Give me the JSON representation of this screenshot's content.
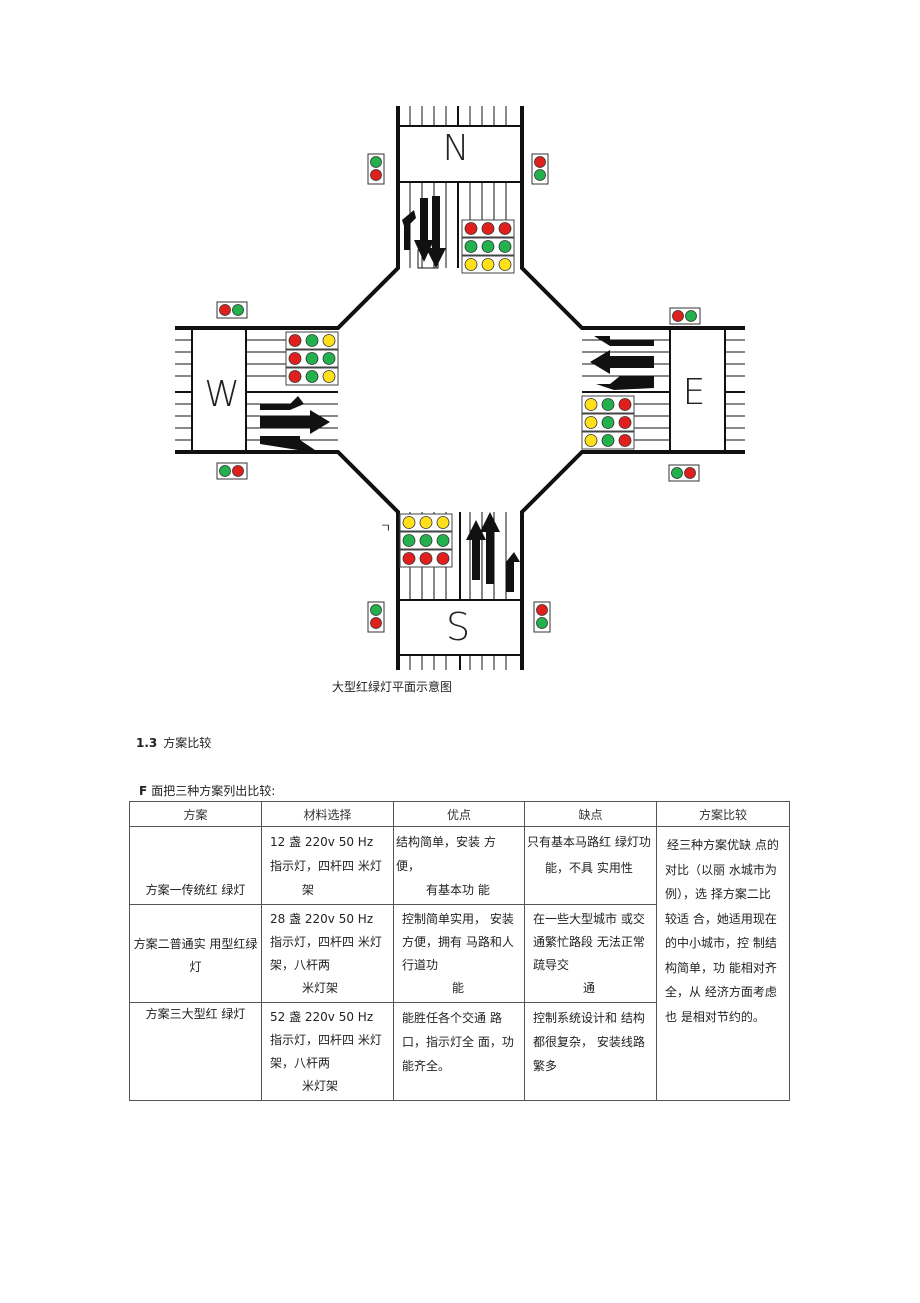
{
  "diagram": {
    "labels": {
      "north": "N",
      "south": "S",
      "west": "W",
      "east": "E"
    },
    "stray_mark": "ㄱ",
    "colors": {
      "red": "#e0201c",
      "green": "#22b14c",
      "yellow": "#ffe01a",
      "road": "#111111"
    }
  },
  "caption": "大型红绿灯平面示意图",
  "section": {
    "number": "1.3",
    "title": "方案比较"
  },
  "intro": {
    "prefix": "F",
    "text": "面把三种方案列出比较:"
  },
  "table": {
    "headers": [
      "方案",
      "材料选择",
      "优点",
      "缺点",
      "方案比较"
    ],
    "rows": [
      {
        "scheme": "方案一传统红 绿灯",
        "material": [
          "12 盏 220v 50 Hz",
          "指示灯，四杆四 米灯",
          "架"
        ],
        "pros": [
          "结构简单，安装 方便，",
          "有基本功 能"
        ],
        "cons": [
          "只有基本马路红 绿灯功",
          "能，不具 实用性"
        ]
      },
      {
        "scheme": "方案二普通实 用型红绿灯",
        "material": [
          "28 盏 220v 50 Hz",
          "指示灯，四杆四 米灯",
          "架，八杆两",
          "米灯架"
        ],
        "pros": [
          "控制简单实用， 安装",
          "方便，拥有 马路和人",
          "行道功",
          "能"
        ],
        "cons": [
          "在一些大型城市 或交",
          "通繁忙路段 无法正常",
          "疏导交",
          "通"
        ]
      },
      {
        "scheme": "方案三大型红 绿灯",
        "material": [
          "52 盏 220v 50 Hz",
          "指示灯，四杆四 米灯",
          "架，八杆两",
          "米灯架"
        ],
        "pros": [
          "能胜任各个交通 路",
          "口，指示灯全 面，功",
          "能齐全。"
        ],
        "cons": [
          "控制系统设计和 结构",
          "都很复杂， 安装线路",
          "繁多"
        ]
      }
    ],
    "summary": [
      "经三种方案优缺 点的",
      "对比（以丽 水城市为",
      "例），选 择方案二比",
      "较适 合，她适用现在",
      "的中小城市，控 制结",
      "构简单，功 能相对齐",
      "全，从 经济方面考虑",
      "也 是相对节约的。"
    ]
  }
}
